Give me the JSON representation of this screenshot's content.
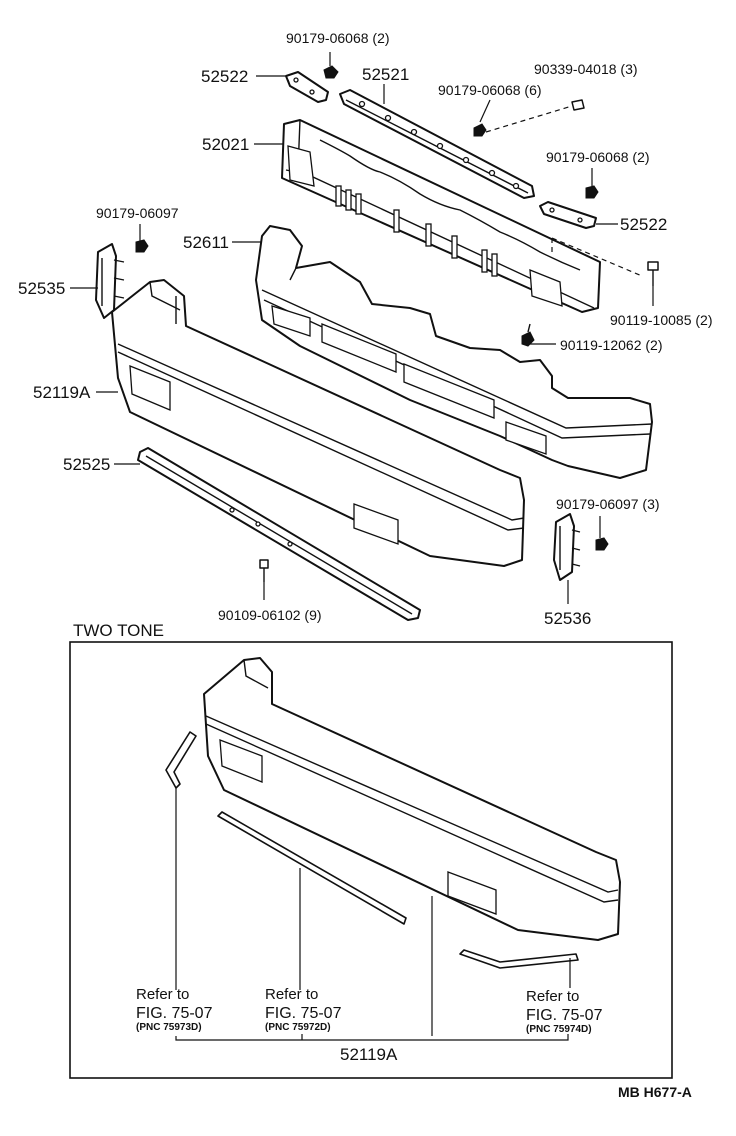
{
  "labels": {
    "p_90179_06068_2_top": "90179-06068 (2)",
    "p_52522_left": "52522",
    "p_52521": "52521",
    "p_90339_04018": "90339-04018 (3)",
    "p_90179_06068_6": "90179-06068 (6)",
    "p_52021": "52021",
    "p_90179_06068_2_right": "90179-06068 (2)",
    "p_52522_right": "52522",
    "p_90179_06097": "90179-06097",
    "p_52611": "52611",
    "p_90119_10085": "90119-10085 (2)",
    "p_52535": "52535",
    "p_90119_12062": "90119-12062 (2)",
    "p_52119A": "52119A",
    "p_52525": "52525",
    "p_90179_06097_3": "90179-06097 (3)",
    "p_90109_06102": "90109-06102 (9)",
    "p_52536": "52536"
  },
  "two_tone": {
    "title": "TWO TONE",
    "refs": [
      {
        "refer": "Refer to",
        "fig": "FIG. 75-07",
        "pnc": "(PNC 75973D)"
      },
      {
        "refer": "Refer to",
        "fig": "FIG. 75-07",
        "pnc": "(PNC 75972D)"
      },
      {
        "refer": "Refer to",
        "fig": "FIG. 75-07",
        "pnc": "(PNC 75974D)"
      }
    ],
    "part": "52119A"
  },
  "footer": {
    "code": "MB  H677-A"
  }
}
